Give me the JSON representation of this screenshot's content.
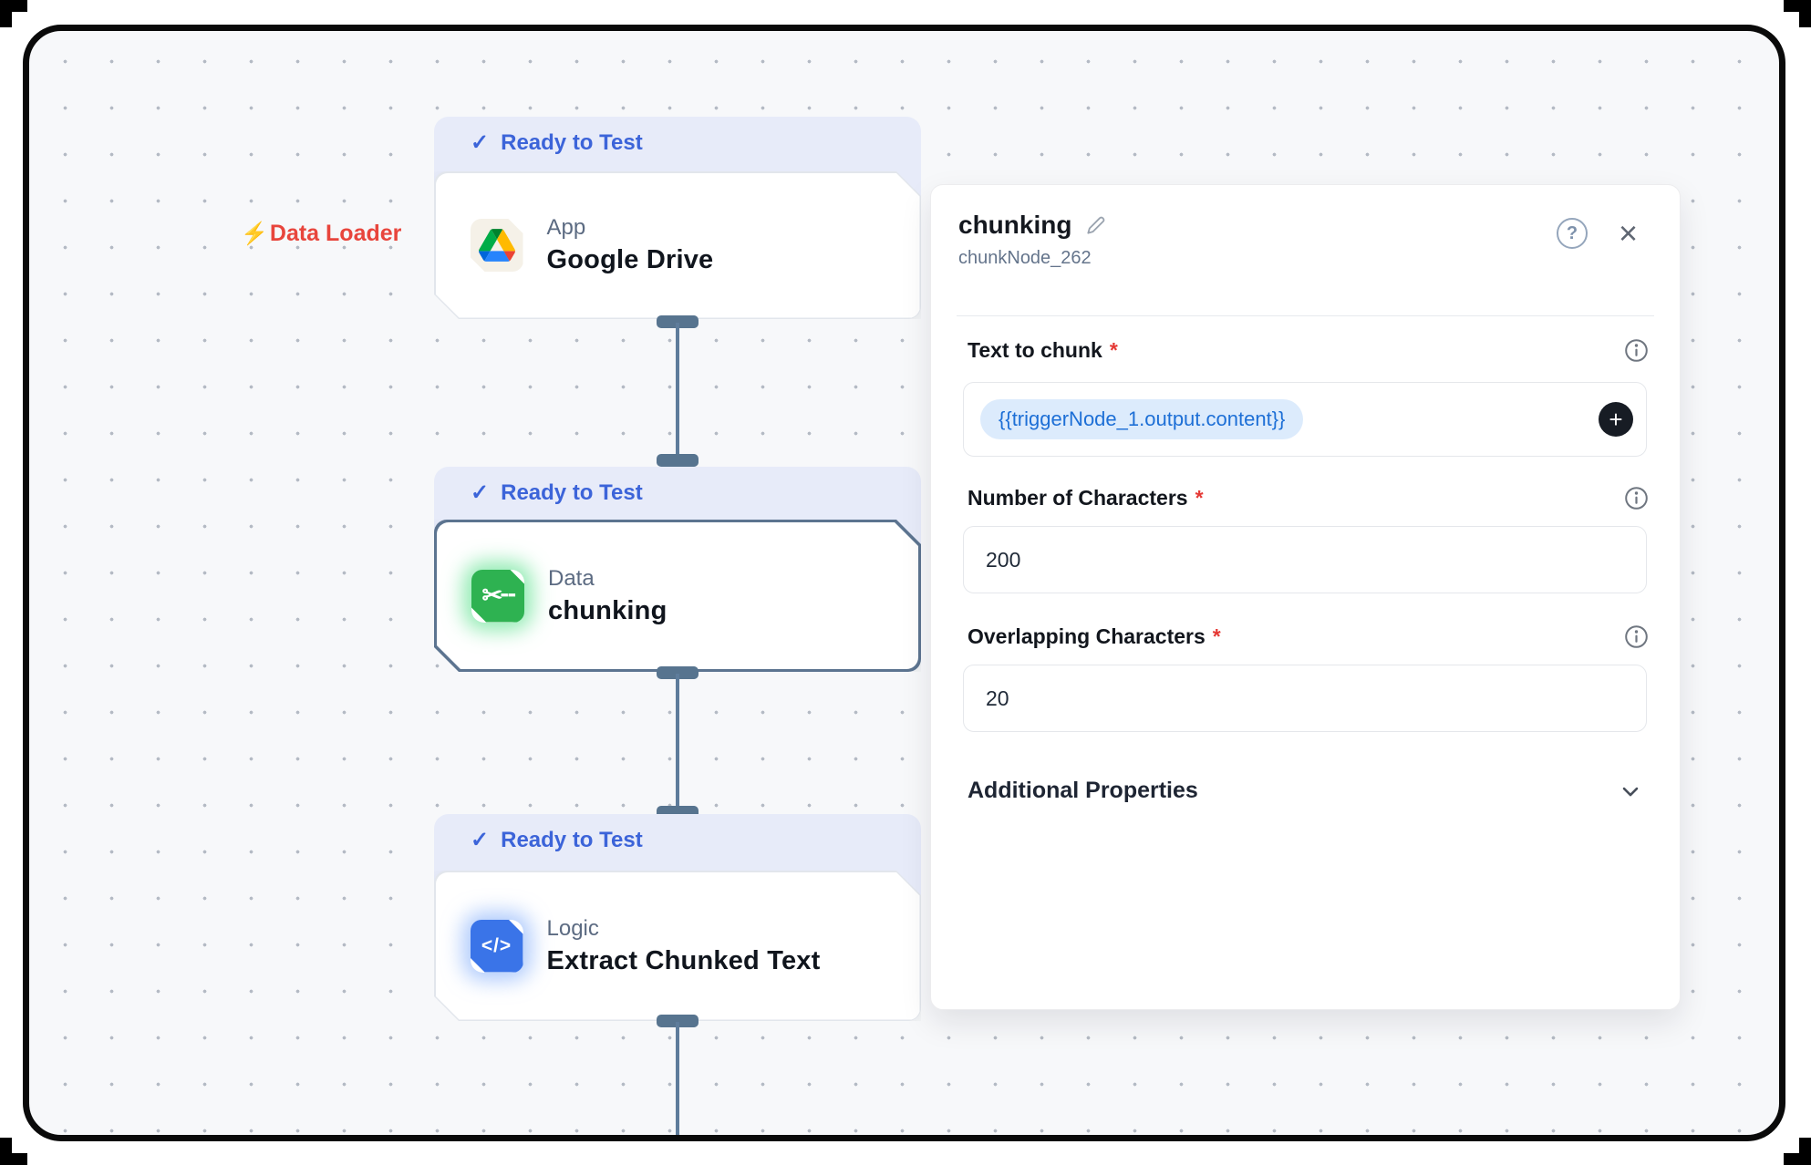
{
  "flow_label": {
    "icon": "⚡",
    "text": "Data Loader"
  },
  "nodes": [
    {
      "status_icon": "✓",
      "status": "Ready to Test",
      "type": "App",
      "title": "Google Drive"
    },
    {
      "status_icon": "✓",
      "status": "Ready to Test",
      "type": "Data",
      "title": "chunking",
      "icon_glyph": "✂╌"
    },
    {
      "status_icon": "✓",
      "status": "Ready to Test",
      "type": "Logic",
      "title": "Extract Chunked Text",
      "icon_glyph": "</>"
    }
  ],
  "panel": {
    "title": "chunking",
    "node_id": "chunkNode_262",
    "help_icon": "?",
    "close_icon": "×",
    "fields": [
      {
        "label": "Text to chunk",
        "required": "*",
        "token": "{{triggerNode_1.output.content}}",
        "add_icon": "+"
      },
      {
        "label": "Number of Characters",
        "required": "*",
        "value": "200"
      },
      {
        "label": "Overlapping Characters",
        "required": "*",
        "value": "20"
      }
    ],
    "additional_properties": "Additional Properties"
  },
  "colors": {
    "status_blue": "#3c64d9",
    "flow_label_red": "#e8453c",
    "node_green": "#2eb251",
    "node_blue": "#3a74e8",
    "connector_slate": "#5e7c9b",
    "token_text": "#1d6fd6",
    "token_bg": "#dcebfc",
    "canvas_bg": "#f7f8fa"
  }
}
